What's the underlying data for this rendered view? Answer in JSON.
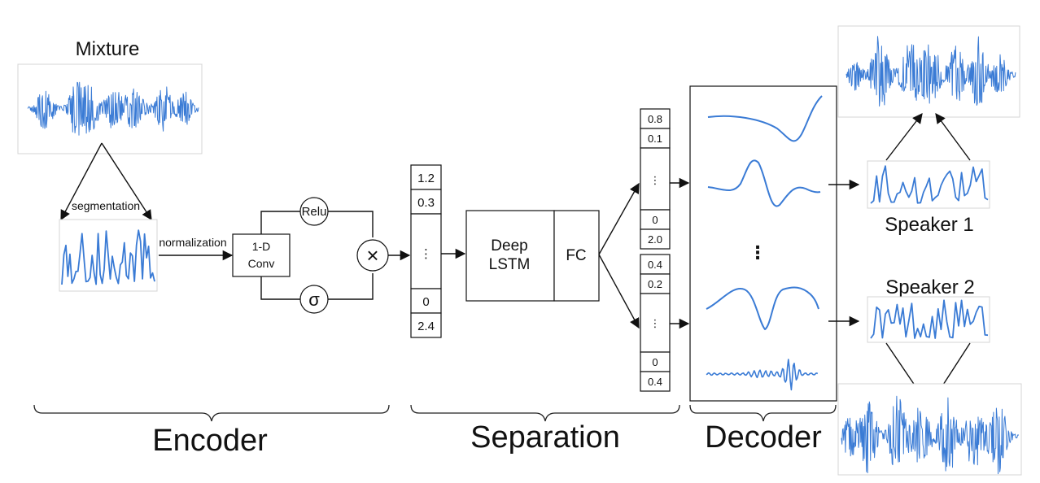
{
  "mixture": {
    "title": "Mixture"
  },
  "encoder": {
    "segmentation_label": "segmentation",
    "normalization_label": "normalization",
    "conv_line1": "1-D",
    "conv_line2": "Conv",
    "relu_label": "Relu",
    "sigma_label": "σ",
    "multiply_symbol": "×"
  },
  "encoded_vector": {
    "values": [
      "1.2",
      "0.3",
      "⋮",
      "0",
      "2.4"
    ]
  },
  "separation": {
    "lstm_line1": "Deep",
    "lstm_line2": "LSTM",
    "fc_label": "FC"
  },
  "mask_1": {
    "values": [
      "0.8",
      "0.1",
      "⋮",
      "0",
      "2.0"
    ]
  },
  "mask_2": {
    "values": [
      "0.4",
      "0.2",
      "⋮",
      "0",
      "0.4"
    ]
  },
  "decoder": {
    "ellipsis": "⋮"
  },
  "outputs": {
    "speaker_1": "Speaker 1",
    "speaker_2": "Speaker 2"
  },
  "stages": {
    "encoder": "Encoder",
    "separation": "Separation",
    "decoder": "Decoder"
  },
  "colors": {
    "waveform": "#3a7bd5",
    "line": "#111111"
  }
}
